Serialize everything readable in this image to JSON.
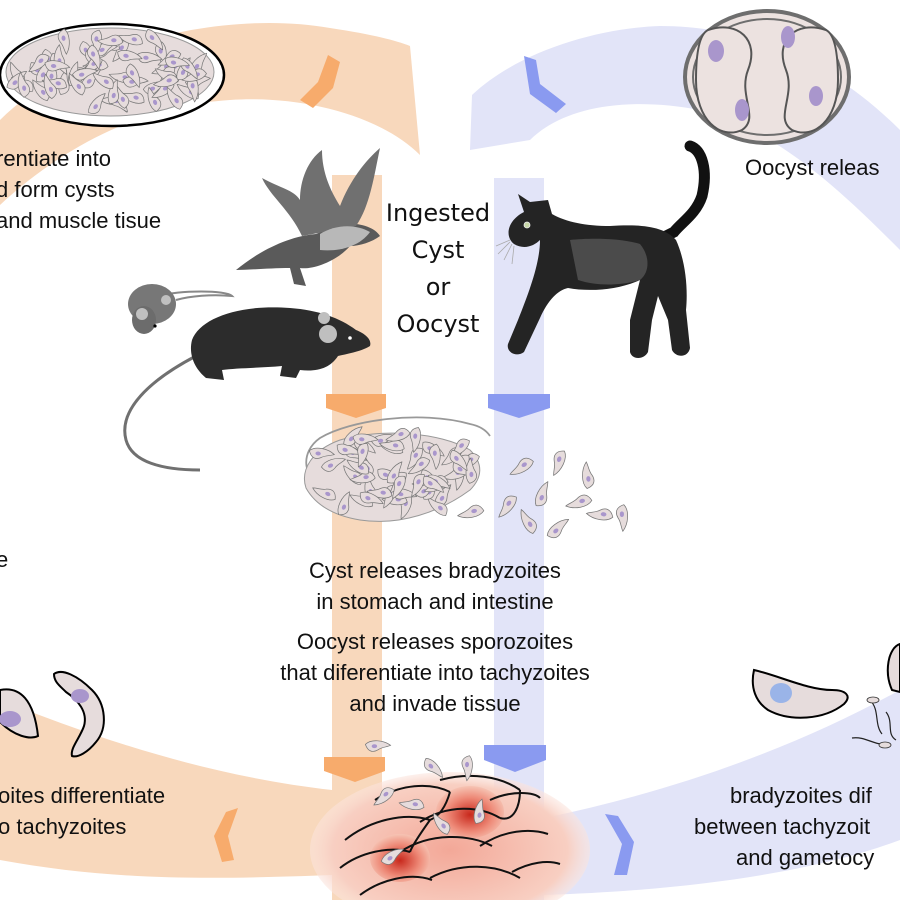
{
  "diagram": {
    "title": "Toxoplasma gondii life cycle (cropped view)",
    "colors": {
      "intermediate_band": "#f8d8bc",
      "intermediate_arrow": "#f7ab6c",
      "definitive_band": "#e2e4f8",
      "definitive_arrow": "#8a9af0",
      "parasite_fill": "#e6dcdc",
      "parasite_nucleus": "#a996cc",
      "tachyzoite_nucleus_blue": "#9ab4e8",
      "tissue_fill": "#f3b8a4",
      "tissue_inflamed": "#d43a2a"
    },
    "labels": {
      "tissue_cyst_note": {
        "lines": [
          "rentiate into",
          "d form cysts",
          "and muscle tisue"
        ]
      },
      "oocyst_note": {
        "lines": [
          "Oocyst releas"
        ]
      },
      "ingested": {
        "lines": [
          "Ingested",
          "Cyst",
          "or",
          "Oocyst"
        ]
      },
      "cyst_release": {
        "lines": [
          "Cyst releases bradyzoites",
          "in stomach and intestine"
        ]
      },
      "oocyst_release": {
        "lines": [
          "Oocyst releases sporozoites",
          "that diferentiate into tachyzoites",
          "and invade tissue"
        ]
      },
      "left_fragment": {
        "lines": [
          "e"
        ]
      },
      "bradyzoite_left": {
        "lines": [
          "oites differentiate",
          "o tachyzoites"
        ]
      },
      "bradyzoite_right": {
        "lines": [
          "bradyzoites dif",
          "between tachyzoit",
          "and gametocy"
        ]
      }
    },
    "figures": [
      {
        "name": "tissue-cyst",
        "kind": "cyst with bradyzoites"
      },
      {
        "name": "oocyst",
        "kind": "sporulated oocyst with 4 sporozoites"
      },
      {
        "name": "bird",
        "kind": "intermediate host"
      },
      {
        "name": "mouse",
        "kind": "intermediate host"
      },
      {
        "name": "rat",
        "kind": "intermediate host"
      },
      {
        "name": "cat",
        "kind": "definitive host"
      },
      {
        "name": "ruptured-cyst",
        "kind": "released bradyzoites"
      },
      {
        "name": "infected-tissue",
        "kind": "host epithelial cells"
      },
      {
        "name": "tachyzoites-left",
        "kind": "parasites"
      },
      {
        "name": "tachyzoites-right",
        "kind": "parasites and gametes"
      }
    ]
  }
}
